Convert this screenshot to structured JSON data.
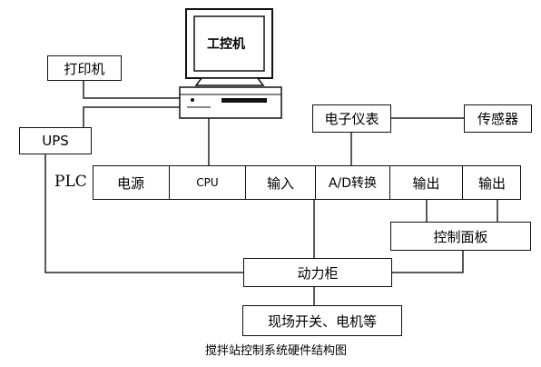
{
  "computer": {
    "screen_label": "工控机"
  },
  "printer": {
    "label": "打印机"
  },
  "ups": {
    "label": "UPS"
  },
  "instrument": {
    "label": "电子仪表"
  },
  "sensor": {
    "label": "传感器"
  },
  "plc": {
    "label": "PLC",
    "modules": [
      "电源",
      "CPU",
      "输入",
      "A/D转换",
      "输出",
      "输出"
    ]
  },
  "control_panel": {
    "label": "控制面板"
  },
  "power_cabinet": {
    "label": "动力柜"
  },
  "field_devices": {
    "label": "现场开关、电机等"
  },
  "caption": "搅拌站控制系统硬件结构图"
}
